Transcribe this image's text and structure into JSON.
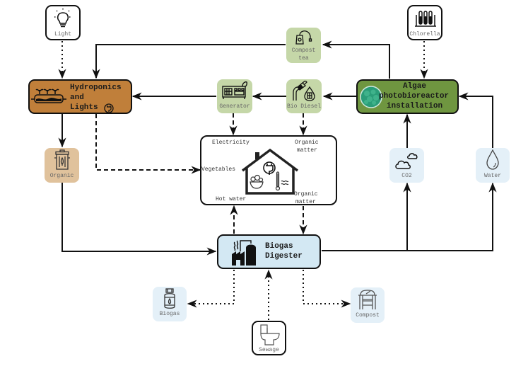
{
  "title": "Circular urban resource system diagram",
  "colors": {
    "hydroponics": "#c07f3a",
    "algae": "#6f9640",
    "biogas": "#d3e8f3",
    "green_light": "#c5d7a8",
    "tan_light": "#e0c29c",
    "blue_light": "#e4f0f8"
  },
  "nodes": {
    "light": {
      "label": "Light",
      "icon": "light-bulb-icon"
    },
    "chlorella": {
      "label": "Chlorella",
      "icon": "test-tubes-icon"
    },
    "compost_tea": {
      "label_line1": "Compost",
      "label_line2": "tea",
      "icon": "tea-bag-icon"
    },
    "hydroponics": {
      "line1": "Hydroponics",
      "line2": "and",
      "line3": "Lights",
      "icon": "plant-tray-icon"
    },
    "generator": {
      "label": "Generator",
      "icon": "generator-icon"
    },
    "bio_diesel": {
      "label": "Bio Diesel",
      "icon": "fuel-nozzle-drop-icon"
    },
    "algae": {
      "line1": "Algae",
      "line2": "photobioreactor",
      "line3": "installation",
      "icon": "algae-cell-icon"
    },
    "organic": {
      "label": "Organic",
      "icon": "organic-bin-icon"
    },
    "household": {
      "electricity": "Electricity",
      "organic_top_1": "Organic",
      "organic_top_2": "matter",
      "vegetables": "Vegetables",
      "hot_water": "Hot water",
      "organic_bottom_1": "Organic",
      "organic_bottom_2": "matter",
      "icon": "house-icon"
    },
    "co2": {
      "label": "CO2",
      "icon": "clouds-icon"
    },
    "water": {
      "label": "Water",
      "icon": "water-drop-icon"
    },
    "biogas_digester": {
      "line1": "Biogas",
      "line2": "Digester",
      "icon": "digester-plant-icon"
    },
    "biogas": {
      "label": "Biogas",
      "icon": "gas-cylinder-icon"
    },
    "sewage": {
      "label": "Sewage",
      "icon": "toilet-icon"
    },
    "compost": {
      "label": "Compost",
      "icon": "compost-bin-icon"
    }
  },
  "legend_line_types": [
    "solid",
    "dashed",
    "dotted"
  ]
}
